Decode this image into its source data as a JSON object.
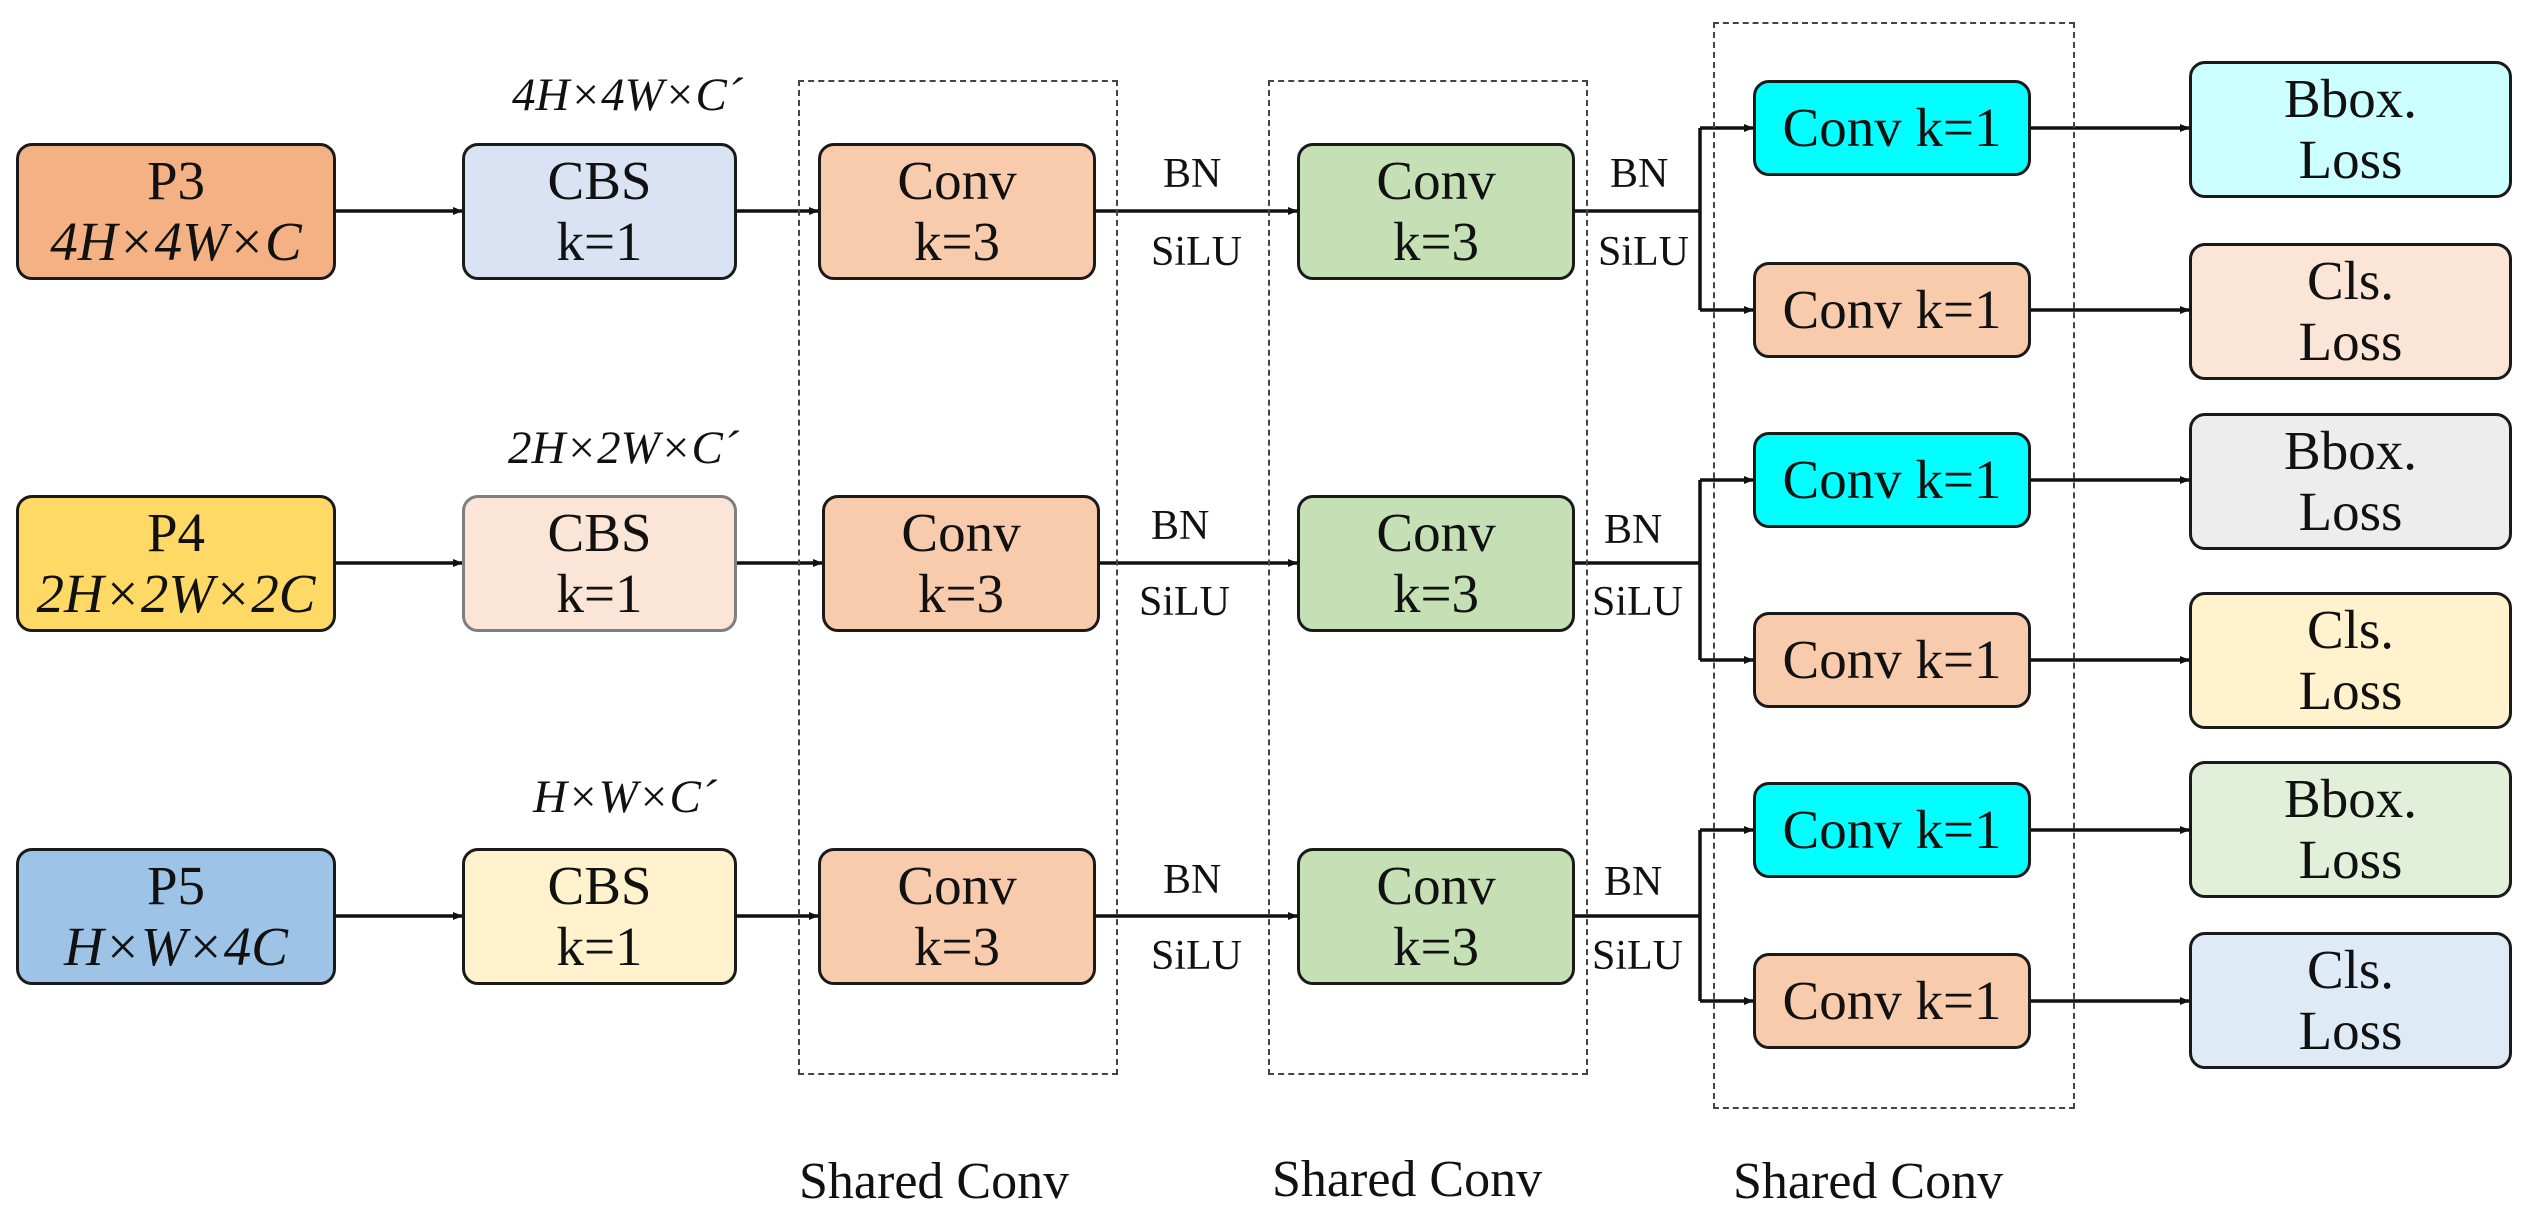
{
  "colors": {
    "p3": "#F4B183",
    "p4": "#FFD966",
    "p5": "#9DC3E6",
    "cbs_p3": "#DAE3F3",
    "cbs_p4": "#FBE5D6",
    "cbs_p5": "#FFF2CC",
    "conv3": "#F8CBAD",
    "conv3_green": "#C5E0B4",
    "conv1_cyan": "#00FFFF",
    "conv1_orange": "#F8CBAD",
    "bbox_p3": "#CCFFFF",
    "cls_p3": "#FBE5D6",
    "bbox_p4": "#EDEDED",
    "cls_p4": "#FFF2CC",
    "bbox_p5": "#E2F0D9",
    "cls_p5": "#DEEBF7"
  },
  "rows": [
    {
      "input": {
        "name": "P3",
        "dims": "4H×4W×C"
      },
      "dims_label": "4H×4W×C´",
      "cbs": {
        "line1": "CBS",
        "line2": "k=1"
      },
      "conv_a": {
        "line1": "Conv",
        "line2": "k=3"
      },
      "act_a": {
        "bn": "BN",
        "silu": "SiLU"
      },
      "conv_b": {
        "line1": "Conv",
        "line2": "k=3"
      },
      "act_b": {
        "bn": "BN",
        "silu": "SiLU"
      },
      "head_bbox": "Conv k=1",
      "head_cls": "Conv k=1",
      "loss_bbox": {
        "line1": "Bbox.",
        "line2": "Loss"
      },
      "loss_cls": {
        "line1": "Cls.",
        "line2": "Loss"
      }
    },
    {
      "input": {
        "name": "P4",
        "dims": "2H×2W×2C"
      },
      "dims_label": "2H×2W×C´",
      "cbs": {
        "line1": "CBS",
        "line2": "k=1"
      },
      "conv_a": {
        "line1": "Conv",
        "line2": "k=3"
      },
      "act_a": {
        "bn": "BN",
        "silu": "SiLU"
      },
      "conv_b": {
        "line1": "Conv",
        "line2": "k=3"
      },
      "act_b": {
        "bn": "BN",
        "silu": "SiLU"
      },
      "head_bbox": "Conv k=1",
      "head_cls": "Conv k=1",
      "loss_bbox": {
        "line1": "Bbox.",
        "line2": "Loss"
      },
      "loss_cls": {
        "line1": "Cls.",
        "line2": "Loss"
      }
    },
    {
      "input": {
        "name": "P5",
        "dims": "H×W×4C"
      },
      "dims_label": "H×W×C´",
      "cbs": {
        "line1": "CBS",
        "line2": "k=1"
      },
      "conv_a": {
        "line1": "Conv",
        "line2": "k=3"
      },
      "act_a": {
        "bn": "BN",
        "silu": "SiLU"
      },
      "conv_b": {
        "line1": "Conv",
        "line2": "k=3"
      },
      "act_b": {
        "bn": "BN",
        "silu": "SiLU"
      },
      "head_bbox": "Conv k=1",
      "head_cls": "Conv k=1",
      "loss_bbox": {
        "line1": "Bbox.",
        "line2": "Loss"
      },
      "loss_cls": {
        "line1": "Cls.",
        "line2": "Loss"
      }
    }
  ],
  "shared_labels": [
    "Shared Conv",
    "Shared Conv",
    "Shared Conv"
  ]
}
